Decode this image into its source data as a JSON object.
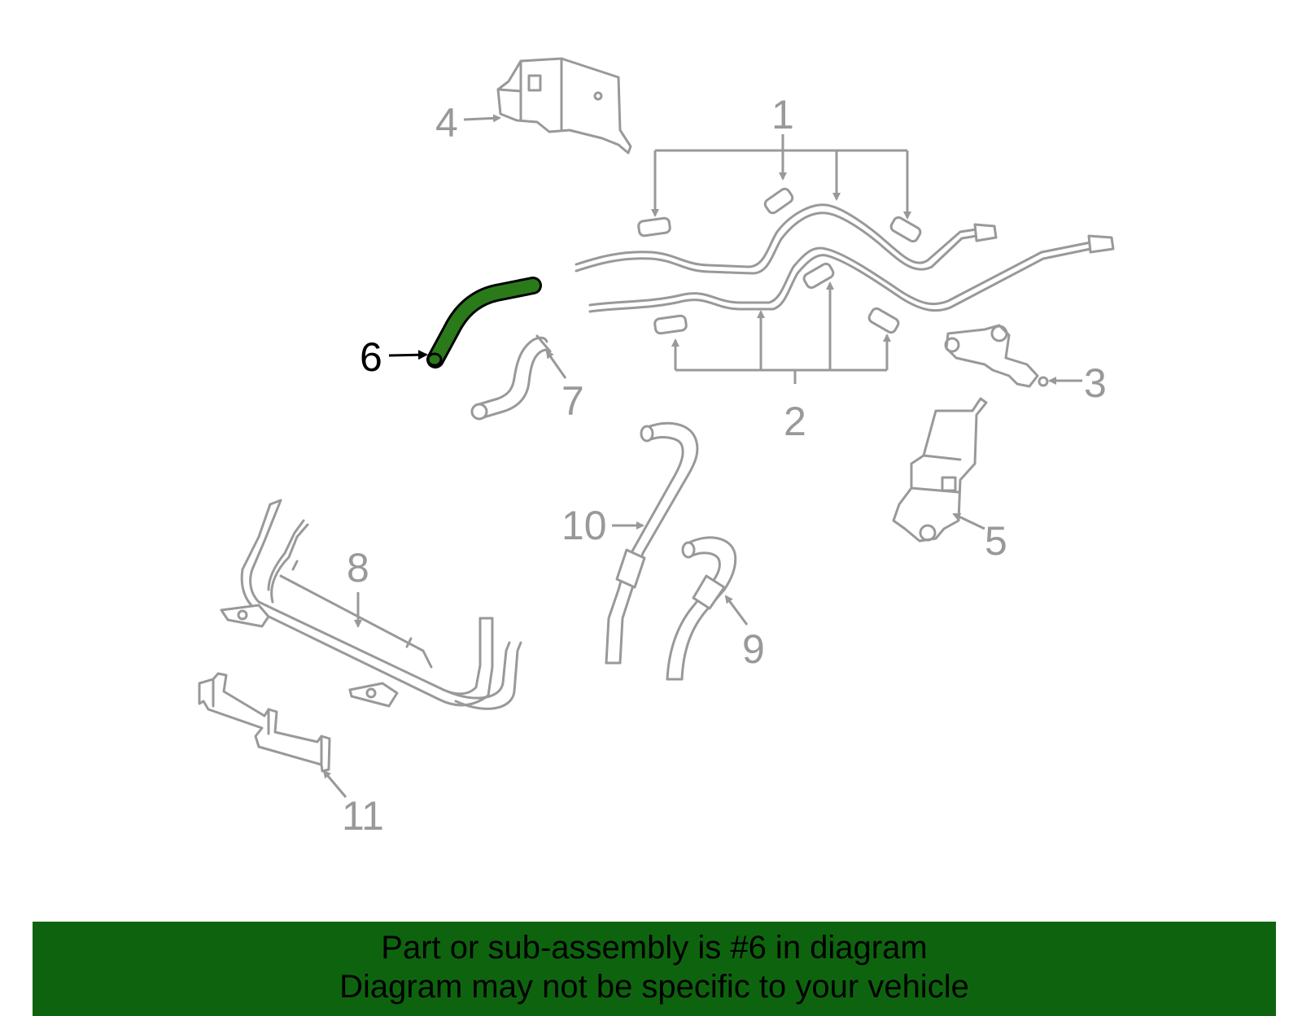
{
  "callouts": {
    "c1": "1",
    "c2": "2",
    "c3": "3",
    "c4": "4",
    "c5": "5",
    "c6": "6",
    "c7": "7",
    "c8": "8",
    "c9": "9",
    "c10": "10",
    "c11": "11"
  },
  "highlighted_part": "6",
  "colors": {
    "highlight": "#2a7a1a",
    "line": "#999999",
    "banner": "#0e640e",
    "background": "#ffffff"
  },
  "banner": {
    "line1": "Part or sub-assembly is #6 in diagram",
    "line2": "Diagram may not be specific to your vehicle"
  }
}
